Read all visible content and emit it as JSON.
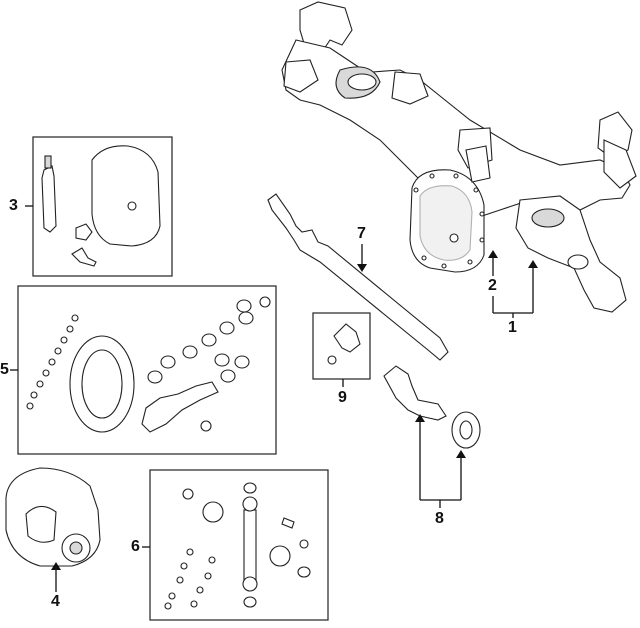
{
  "diagram": {
    "callouts": [
      {
        "id": "1",
        "text": "1"
      },
      {
        "id": "2",
        "text": "2"
      },
      {
        "id": "3",
        "text": "3"
      },
      {
        "id": "4",
        "text": "4"
      },
      {
        "id": "5",
        "text": "5"
      },
      {
        "id": "6",
        "text": "6"
      },
      {
        "id": "7",
        "text": "7"
      },
      {
        "id": "8",
        "text": "8"
      },
      {
        "id": "9",
        "text": "9"
      }
    ]
  }
}
